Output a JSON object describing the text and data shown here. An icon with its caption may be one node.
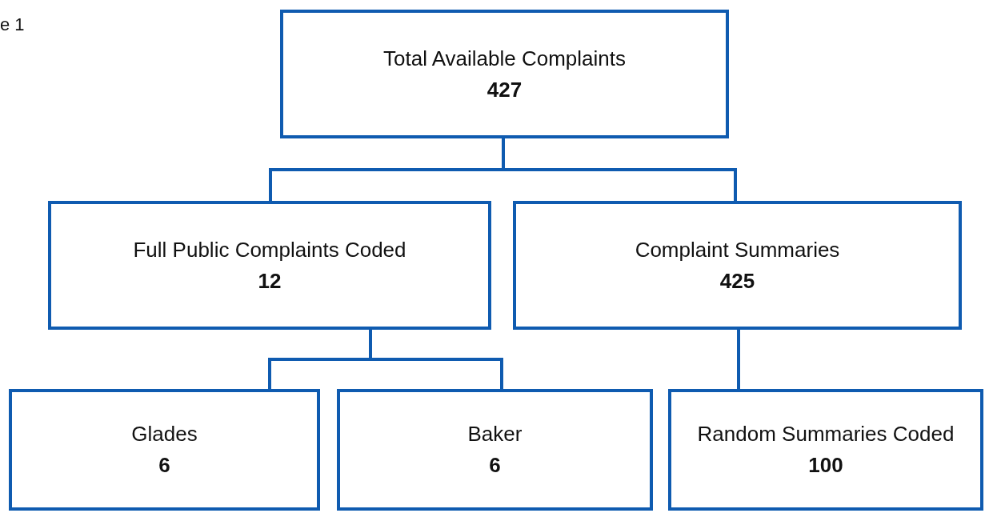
{
  "diagram": {
    "nodes": [
      {
        "text": [
          "Total Available Complaints",
          "427"
        ]
      },
      {
        "text": [
          "Full Public Complaints Coded",
          "12"
        ]
      },
      {
        "text": [
          "Complaint Summaries",
          "425"
        ]
      },
      {
        "text": [
          "Glades",
          "6"
        ]
      },
      {
        "text": [
          "Baker",
          "6"
        ]
      },
      {
        "text": [
          "Random Summaries Coded",
          "100"
        ]
      }
    ],
    "edges": [
      {
        "from": 0,
        "to": 1,
        "arrow": "none"
      },
      {
        "from": 0,
        "to": 2,
        "arrow": "none"
      },
      {
        "from": 1,
        "to": 3,
        "arrow": "none"
      },
      {
        "from": 1,
        "to": 4,
        "arrow": "none"
      },
      {
        "from": 2,
        "to": 5,
        "arrow": "none"
      }
    ],
    "labels": [
      "e 1"
    ]
  }
}
